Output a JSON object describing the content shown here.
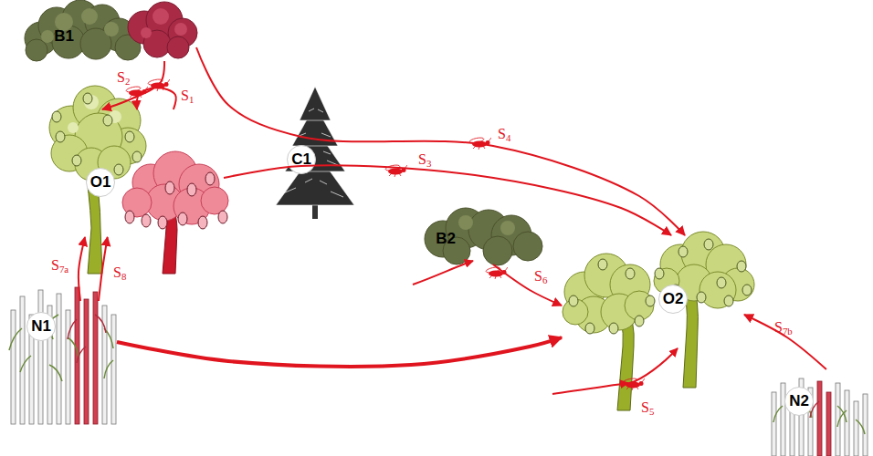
{
  "diagram": {
    "nodes": [
      {
        "text": [
          "B1"
        ]
      },
      {
        "text": [
          "O1"
        ]
      },
      {
        "text": [
          "C1"
        ]
      },
      {
        "text": [
          "B2"
        ]
      },
      {
        "text": [
          "O2"
        ]
      },
      {
        "text": [
          "N1"
        ]
      },
      {
        "text": [
          "N2"
        ]
      }
    ],
    "edges": [
      {
        "from": 1,
        "to": 1,
        "arrow": "to",
        "label": "S1"
      },
      {
        "from": 0,
        "to": 1,
        "arrow": "to",
        "label": "S2"
      },
      {
        "from": 1,
        "to": 4,
        "arrow": "to",
        "label": "S3"
      },
      {
        "from": 0,
        "to": 4,
        "arrow": "to",
        "label": "S4"
      },
      {
        "from": 3,
        "to": 4,
        "arrow": "to",
        "label": "S6"
      },
      {
        "from": 5,
        "to": 1,
        "arrow": "to",
        "label": "S7a"
      },
      {
        "from": 5,
        "to": 1,
        "arrow": "to",
        "label": "S8"
      },
      {
        "from": 5,
        "to": 4,
        "arrow": "to"
      },
      {
        "from": 6,
        "to": 4,
        "arrow": "to",
        "label": "S7b"
      }
    ],
    "labels": [
      "S5"
    ]
  }
}
